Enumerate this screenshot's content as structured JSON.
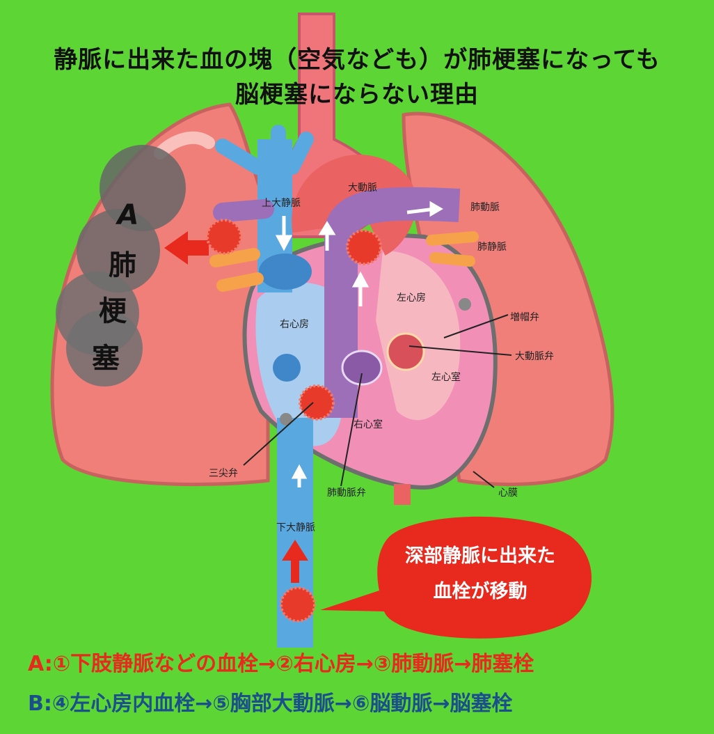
{
  "title": {
    "line1": "静脈に出来た血の塊（空気なども）が肺梗塞になっても",
    "line2": "脳梗塞にならない理由"
  },
  "labels": {
    "aorta": "大動脈",
    "pulmonary_artery": "肺動脈",
    "pulmonary_vein": "肺静脈",
    "superior_vena_cava": "上大静脈",
    "left_atrium": "左心房",
    "papillary": "増帽弁",
    "aortic_valve": "大動脈弁",
    "right_atrium": "右心房",
    "left_ventricle": "左心室",
    "right_ventricle": "右心室",
    "tricuspid": "三尖弁",
    "pulmonary_valve": "肺動脈弁",
    "pericardium": "心膜",
    "inferior_vena_cava": "下大静脈"
  },
  "infarct": {
    "letter": "A",
    "char1": "肺",
    "char2": "梗",
    "char3": "塞"
  },
  "callout": {
    "line1": "深部静脈に出来た",
    "line2": "血栓が移動"
  },
  "legend": {
    "a_prefix": "A:",
    "a_text": "①下肢静脈などの血栓→②右心房→③肺動脈→肺塞栓",
    "b_prefix": "B:",
    "b_text": "④左心房内血栓→⑤胸部大動脈→⑥脳動脈→脳塞栓"
  },
  "colors": {
    "background": "#5dd534",
    "lung": "#f07f7a",
    "vein": "#5aa8e0",
    "artery": "#e8595a",
    "pulmonary_artery": "#a070b8",
    "clot": "#e83a2a",
    "legend_a": "#e8291e",
    "legend_b": "#1b4f8c"
  }
}
